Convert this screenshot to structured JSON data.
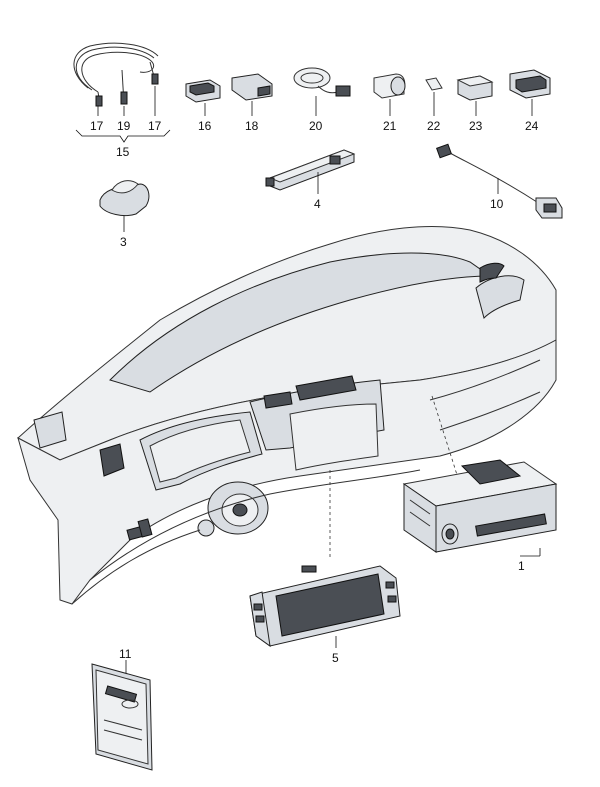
{
  "callouts": [
    {
      "id": "c17a",
      "text": "17"
    },
    {
      "id": "c19",
      "text": "19"
    },
    {
      "id": "c17b",
      "text": "17"
    },
    {
      "id": "c15",
      "text": "15"
    },
    {
      "id": "c16",
      "text": "16"
    },
    {
      "id": "c18",
      "text": "18"
    },
    {
      "id": "c20",
      "text": "20"
    },
    {
      "id": "c21",
      "text": "21"
    },
    {
      "id": "c22",
      "text": "22"
    },
    {
      "id": "c23",
      "text": "23"
    },
    {
      "id": "c24",
      "text": "24"
    },
    {
      "id": "c3",
      "text": "3"
    },
    {
      "id": "c4",
      "text": "4"
    },
    {
      "id": "c10",
      "text": "10"
    },
    {
      "id": "c1",
      "text": "1"
    },
    {
      "id": "c5",
      "text": "5"
    },
    {
      "id": "c11",
      "text": "11"
    }
  ]
}
